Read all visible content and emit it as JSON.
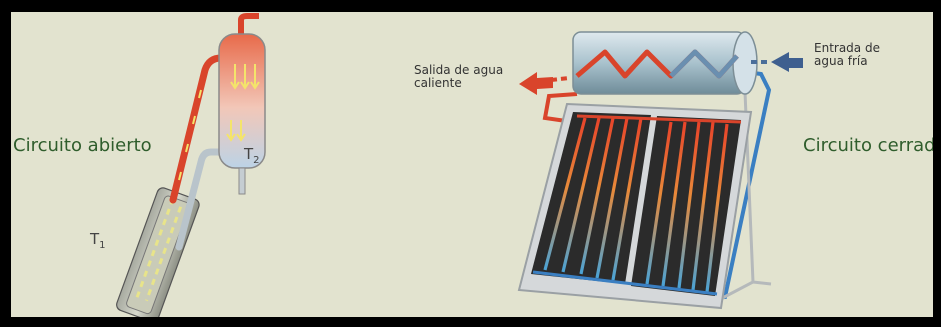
{
  "left_label": "Circuito abierto",
  "right_label": "Circuito cerrado",
  "outlet_label_line1": "Salida de agua",
  "outlet_label_line2": "caliente",
  "inlet_label_line1": "Entrada de",
  "inlet_label_line2": "agua fría",
  "t1_letter": "T",
  "t1_sub": "1",
  "t2_letter": "T",
  "t2_sub": "2",
  "colors": {
    "background": "#e2e3cf",
    "hot": "#d9442b",
    "cold": "#3a7fc2",
    "label_green": "#2f5d2c"
  }
}
